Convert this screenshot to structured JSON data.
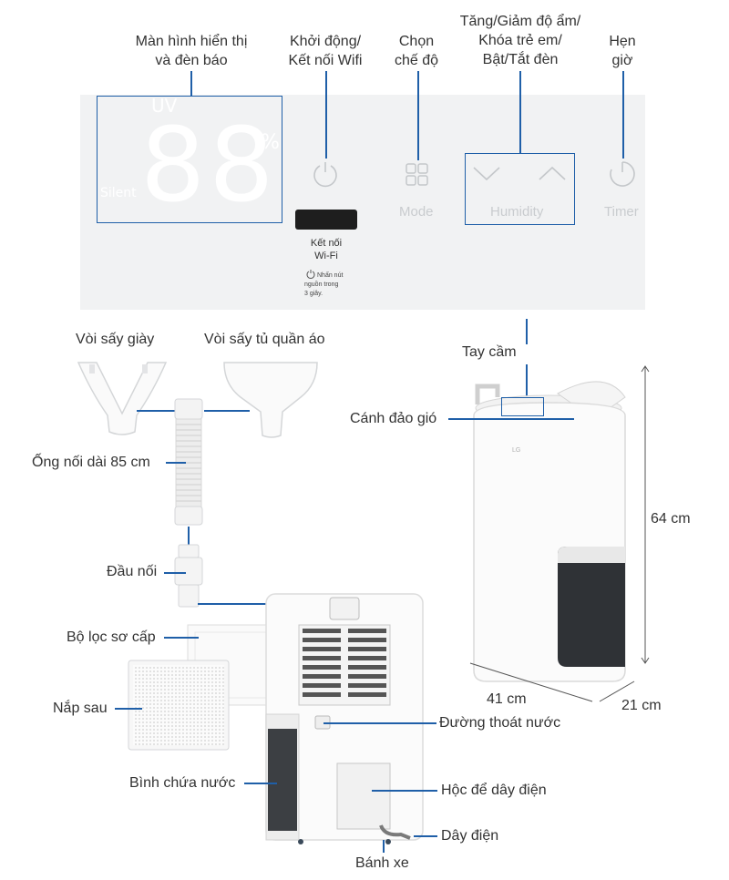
{
  "top_labels": {
    "display": [
      "Màn hình hiển thị",
      "và đèn báo"
    ],
    "power": [
      "Khởi động/",
      "Kết nối Wifi"
    ],
    "mode": [
      "Chọn",
      "chế độ"
    ],
    "humidity": [
      "Tăng/Giảm độ ẩm/",
      "Khóa trẻ em/",
      "Bật/Tắt đèn"
    ],
    "timer": [
      "Hẹn",
      "giờ"
    ]
  },
  "panel": {
    "uv": "UV",
    "digits": "88",
    "percent": "%",
    "silent": "Silent",
    "mode": "Mode",
    "humidity": "Humidity",
    "timer": "Timer",
    "wifi": [
      "Kết nối",
      "Wi-Fi"
    ],
    "wifi_note": [
      "Nhấn nút",
      "nguồn trong",
      "3 giây."
    ]
  },
  "parts": {
    "shoe_nozzle": "Vòi sấy giày",
    "wardrobe_nozzle": "Vòi sấy tủ quần áo",
    "hose": "Ống nối dài 85 cm",
    "connector": "Đầu nối",
    "prefilter": "Bộ lọc sơ cấp",
    "back_cover": "Nắp sau",
    "water_tank": "Bình chứa nước",
    "drain": "Đường thoát nước",
    "cord_box": "Hộc để dây điện",
    "cord": "Dây điện",
    "wheels": "Bánh xe",
    "handle": "Tay cầm",
    "louver": "Cánh đảo gió"
  },
  "dimensions": {
    "height": "64 cm",
    "width": "41 cm",
    "depth": "21 cm"
  },
  "logo": "LG",
  "colors": {
    "accent": "#1f5fa8",
    "panel": "#f1f2f3",
    "segment": "#ffffff"
  }
}
